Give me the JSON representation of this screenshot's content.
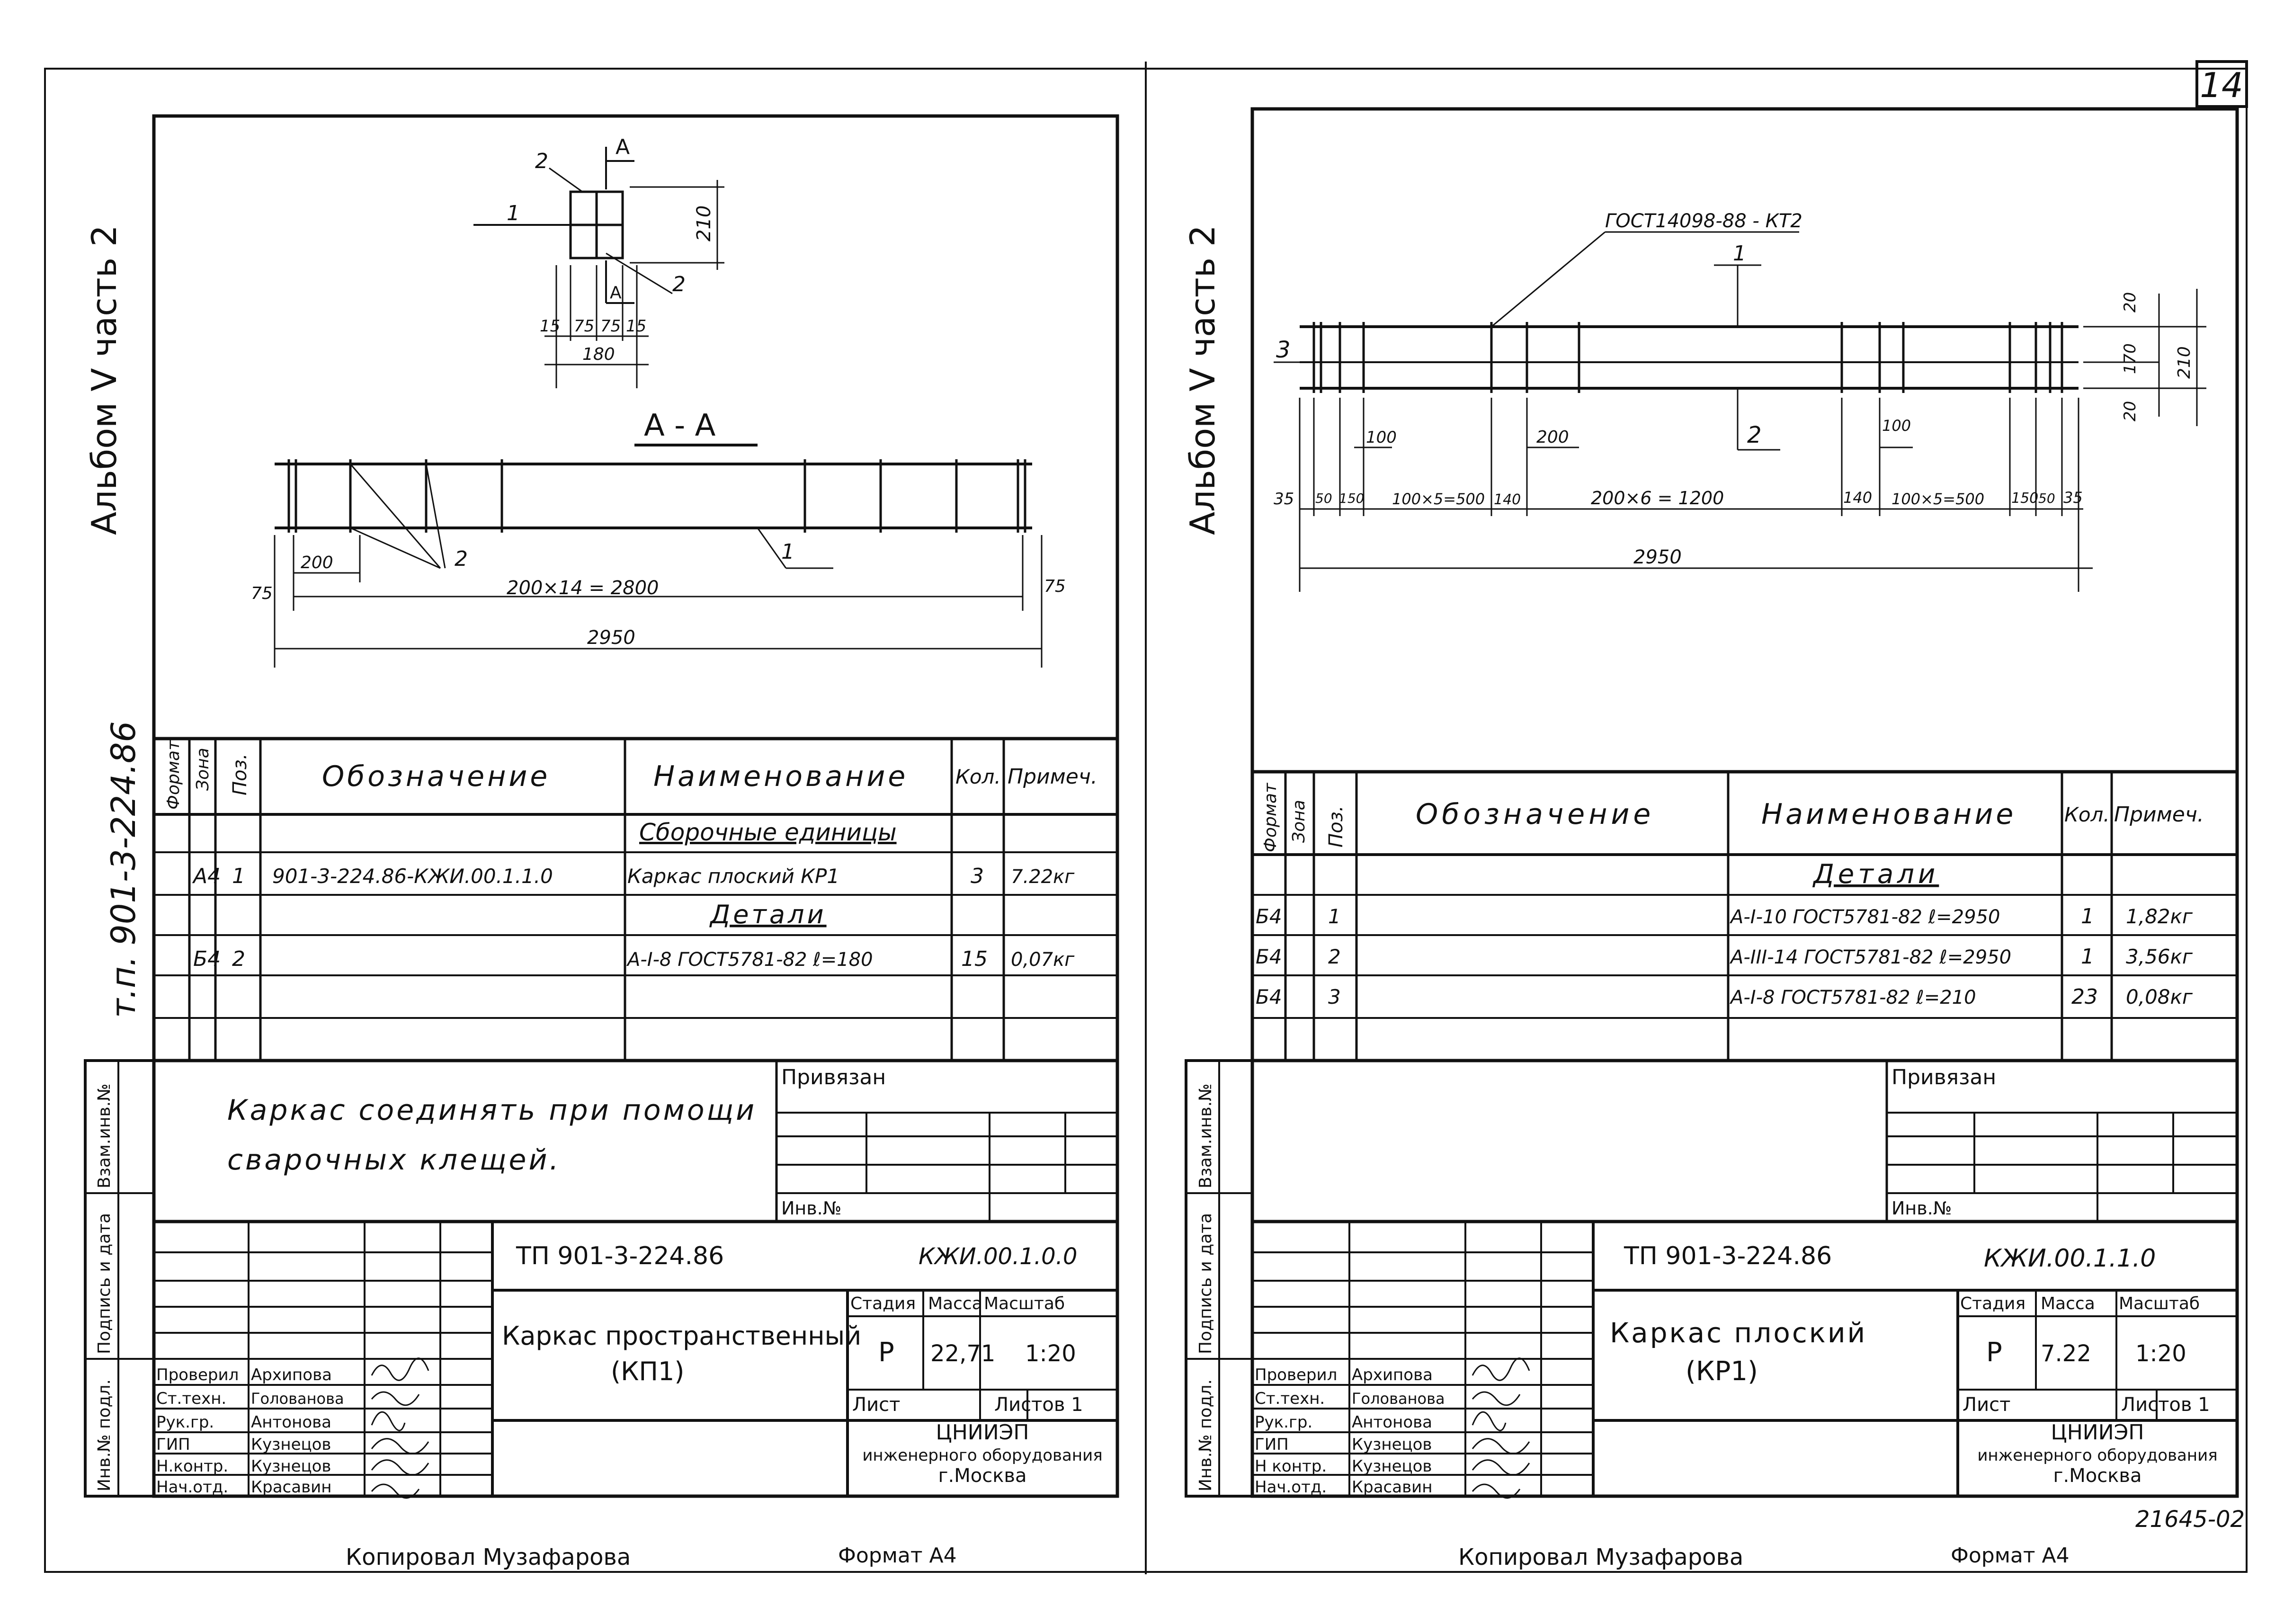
{
  "page_number": "14",
  "bottom_code": "21645-02",
  "left_sheet": {
    "margin_vertical_1": "Альбом V часть 2",
    "margin_vertical_2": "т.п. 901-3-224.86",
    "stamp_columns": [
      "Инв.№ подл.",
      "Подпись и дата",
      "Взам.инв.№"
    ],
    "drawing": {
      "section_label": "А - А",
      "labels": {
        "pos1": "1",
        "pos2": "2",
        "cut": "А",
        "dim_210": "210",
        "dim_15a": "15",
        "dim_75a": "75",
        "dim_75b": "75",
        "dim_15b": "15",
        "dim_180": "180",
        "dim_200": "200",
        "dim_75_left": "75",
        "dim_75_right": "75",
        "dim_2800": "200×14 = 2800",
        "dim_2950": "2950"
      }
    },
    "spec": {
      "headers": [
        "Формат",
        "Зона",
        "Поз.",
        "Обозначение",
        "Наименование",
        "Кол.",
        "Примеч."
      ],
      "section1": "Сборочные единицы",
      "section2": "Детали",
      "rows": [
        {
          "format": "А4",
          "zone": "",
          "pos": "1",
          "designation": "901-3-224.86-КЖИ.00.1.1.0",
          "name": "Каркас плоский КР1",
          "qty": "3",
          "note": "7.22кг"
        },
        {
          "format": "Б4",
          "zone": "",
          "pos": "2",
          "designation": "",
          "name": "А-I-8 ГОСТ5781-82   ℓ=180",
          "qty": "15",
          "note": "0,07кг"
        }
      ]
    },
    "note_text_1": "Каркас соединять при помощи",
    "note_text_2": "сварочных клещей.",
    "privyazan": "Привязан",
    "inv_no": "Инв.№",
    "title_block": {
      "project": "ТП  901-3-224.86",
      "code": "КЖИ.00.1.0.0",
      "name_1": "Каркас пространственный",
      "name_2": "(КП1)",
      "stage_h": "Стадия",
      "mass_h": "Масса",
      "scale_h": "Масштаб",
      "stage": "Р",
      "mass": "22,71",
      "scale": "1:20",
      "sheet": "Лист",
      "sheets": "Листов 1",
      "org_1": "ЦНИИЭП",
      "org_2": "инженерного оборудования",
      "org_3": "г.Москва",
      "roles": [
        {
          "role": "Проверил",
          "name": "Архипова"
        },
        {
          "role": "Ст.техн.",
          "name": "Голованова"
        },
        {
          "role": "Рук.гр.",
          "name": "Антонова"
        },
        {
          "role": "ГИП",
          "name": "Кузнецов"
        },
        {
          "role": "Н.контр.",
          "name": "Кузнецов"
        },
        {
          "role": "Нач.отд.",
          "name": "Красавин"
        }
      ]
    },
    "copied": "Копировал  Музафарова",
    "format": "Формат А4"
  },
  "right_sheet": {
    "margin_vertical_1": "Альбом V часть 2",
    "stamp_columns": [
      "Инв.№ подл.",
      "Подпись и дата",
      "Взам.инв.№"
    ],
    "drawing": {
      "labels": {
        "gost": "ГОСТ14098-88 - КТ2",
        "pos1": "1",
        "pos2": "2",
        "pos3": "3",
        "d20a": "20",
        "d170": "170",
        "d20b": "20",
        "d210": "210",
        "d100a": "100",
        "d200": "200",
        "d100b": "100",
        "d35a": "35",
        "d50a": "50",
        "d150a": "150",
        "d500a": "100×5=500",
        "d140a": "140",
        "d1200": "200×6 = 1200",
        "d140b": "140",
        "d500b": "100×5=500",
        "d150b": "150",
        "d50b": "50",
        "d35b": "35",
        "d2950": "2950"
      }
    },
    "spec": {
      "headers": [
        "Формат",
        "Зона",
        "Поз.",
        "Обозначение",
        "Наименование",
        "Кол.",
        "Примеч."
      ],
      "section1": "Детали",
      "rows": [
        {
          "format": "Б4",
          "zone": "",
          "pos": "1",
          "designation": "",
          "name": "А-I-10 ГОСТ5781-82  ℓ=2950",
          "qty": "1",
          "note": "1,82кг"
        },
        {
          "format": "Б4",
          "zone": "",
          "pos": "2",
          "designation": "",
          "name": "А-III-14 ГОСТ5781-82  ℓ=2950",
          "qty": "1",
          "note": "3,56кг"
        },
        {
          "format": "Б4",
          "zone": "",
          "pos": "3",
          "designation": "",
          "name": "А-I-8 ГОСТ5781-82  ℓ=210",
          "qty": "23",
          "note": "0,08кг"
        }
      ]
    },
    "privyazan": "Привязан",
    "inv_no": "Инв.№",
    "title_block": {
      "project": "ТП  901-3-224.86",
      "code": "КЖИ.00.1.1.0",
      "name_1": "Каркас  плоский",
      "name_2": "(КР1)",
      "stage_h": "Стадия",
      "mass_h": "Масса",
      "scale_h": "Масштаб",
      "stage": "Р",
      "mass": "7.22",
      "scale": "1:20",
      "sheet": "Лист",
      "sheets": "Листов 1",
      "org_1": "ЦНИИЭП",
      "org_2": "инженерного оборудования",
      "org_3": "г.Москва",
      "roles": [
        {
          "role": "Проверил",
          "name": "Архипова"
        },
        {
          "role": "Ст.техн.",
          "name": "Голованова"
        },
        {
          "role": "Рук.гр.",
          "name": "Антонова"
        },
        {
          "role": "ГИП",
          "name": "Кузнецов"
        },
        {
          "role": "Н контр.",
          "name": "Кузнецов"
        },
        {
          "role": "Нач.отд.",
          "name": "Красавин"
        }
      ]
    },
    "copied": "Копировал  Музафарова",
    "format": "Формат А4"
  }
}
